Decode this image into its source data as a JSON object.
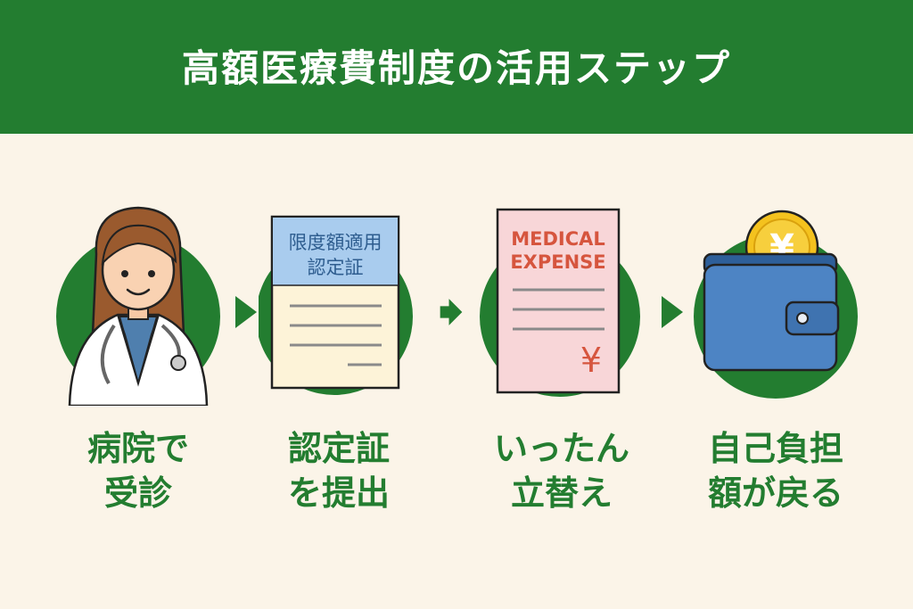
{
  "header": {
    "title": "高額医療費制度の活用ステップ"
  },
  "colors": {
    "header_bg": "#237d30",
    "background": "#fbf4e8",
    "circle": "#237d30",
    "label_text": "#237d30"
  },
  "steps": [
    {
      "icon": "doctor-icon",
      "label_line1": "病院で",
      "label_line2": "受診"
    },
    {
      "icon": "certificate-document-icon",
      "doc_line1": "限度額適用",
      "doc_line2": "認定証",
      "label_line1": "認定証",
      "label_line2": "を提出"
    },
    {
      "icon": "medical-bill-icon",
      "doc_line1": "MEDICAL",
      "doc_line2": "EXPENSE",
      "currency": "¥",
      "label_line1": "いったん",
      "label_line2": "立替え"
    },
    {
      "icon": "wallet-coin-icon",
      "currency": "¥",
      "label_line1": "自己負担",
      "label_line2": "額が戻る"
    }
  ]
}
